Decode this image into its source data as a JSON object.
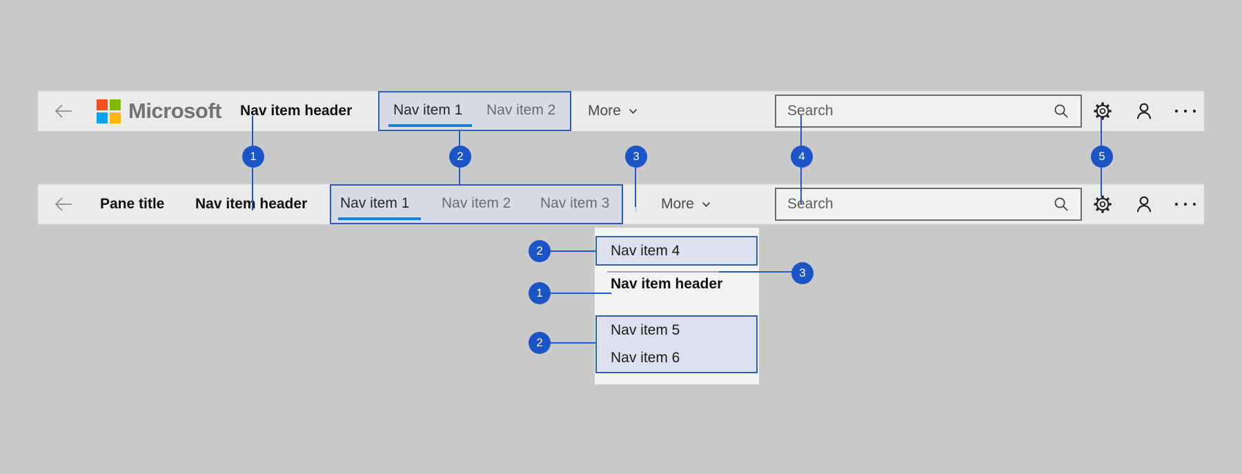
{
  "colors": {
    "background": "#c9c9c9",
    "bar_background": "#ebebeb",
    "highlight_fill": "#d6dbe6",
    "accent_border_blue": "#2e5db3",
    "selected_underline_blue": "#1481dd",
    "callout_blue": "#1a54c7",
    "flyout_background": "#f4f4f4",
    "microsoft_logo_squares": [
      "#f25022",
      "#7fba00",
      "#00a4ef",
      "#ffb900"
    ]
  },
  "icons": {
    "back": "arrow-left",
    "more_chevron": "chevron-down",
    "search": "magnifier",
    "settings": "gear",
    "account": "person",
    "overflow": "ellipsis"
  },
  "top_bar": {
    "logo_text": "Microsoft",
    "nav_item_header": "Nav item header",
    "nav_items": [
      {
        "label": "Nav item 1",
        "selected": true
      },
      {
        "label": "Nav item 2",
        "selected": false
      }
    ],
    "more_label": "More",
    "search": {
      "placeholder": "Search"
    }
  },
  "pane_bar": {
    "pane_title": "Pane title",
    "nav_item_header": "Nav item header",
    "nav_items": [
      {
        "label": "Nav item 1",
        "selected": true
      },
      {
        "label": "Nav item 2",
        "selected": false
      },
      {
        "label": "Nav item 3",
        "selected": false
      }
    ],
    "more_label": "More",
    "search": {
      "placeholder": "Search"
    }
  },
  "flyout": {
    "top_item": "Nav item 4",
    "header": "Nav item header",
    "items": [
      "Nav item 5",
      "Nav item 6"
    ]
  },
  "callouts": {
    "row": [
      "1",
      "2",
      "3",
      "4",
      "5"
    ],
    "flyout_top_item": "2",
    "flyout_header": "1",
    "flyout_items": "2",
    "flyout_divider": "3"
  }
}
